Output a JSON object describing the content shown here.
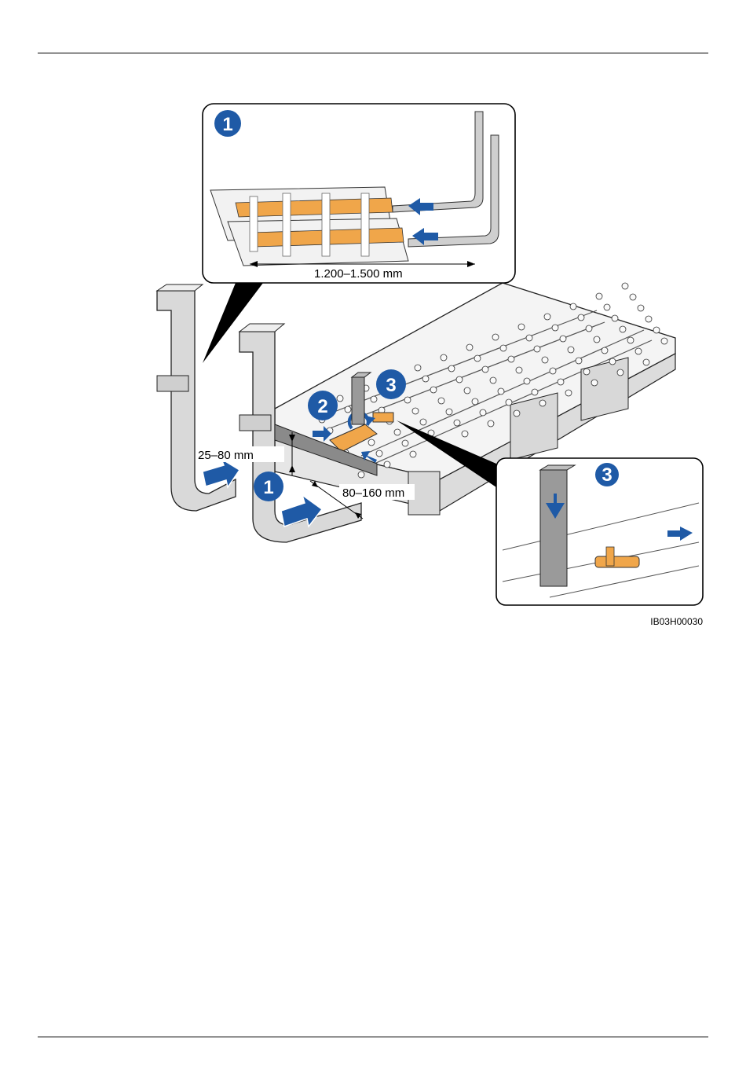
{
  "figure": {
    "callout_1": "1",
    "callout_2": "2",
    "callout_3": "3",
    "dim_pallet_width": "1.200–1.500 mm",
    "dim_lift_height": "25–80 mm",
    "dim_fork_gap": "80–160 mm",
    "figure_code": "IB03H00030"
  },
  "colors": {
    "callout_blue": "#1f5aa6",
    "arrow_blue": "#1f5aa6",
    "strap_orange": "#f0a64a",
    "fork_gray": "#d9d9d9"
  }
}
